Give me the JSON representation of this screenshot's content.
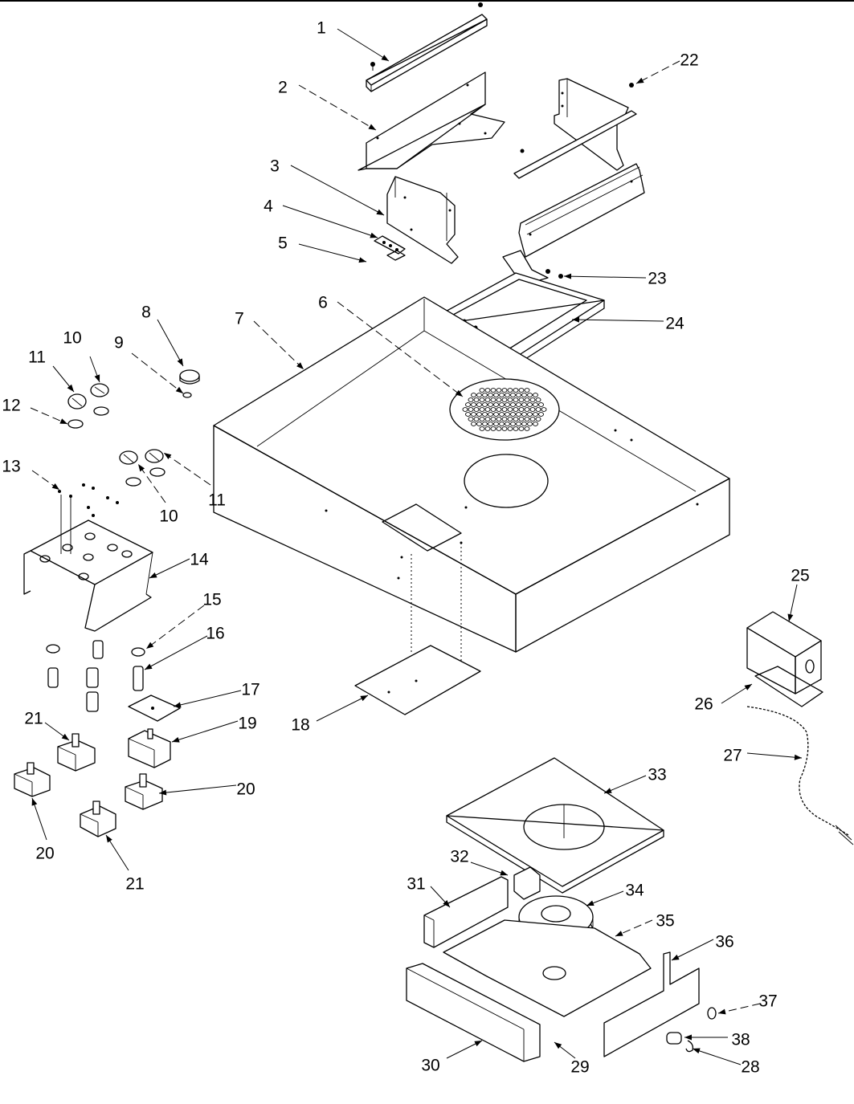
{
  "diagram": {
    "callouts": [
      {
        "id": "c1",
        "text": "1"
      },
      {
        "id": "c2",
        "text": "2"
      },
      {
        "id": "c3",
        "text": "3"
      },
      {
        "id": "c4",
        "text": "4"
      },
      {
        "id": "c5",
        "text": "5"
      },
      {
        "id": "c6",
        "text": "6"
      },
      {
        "id": "c7",
        "text": "7"
      },
      {
        "id": "c8",
        "text": "8"
      },
      {
        "id": "c9",
        "text": "9"
      },
      {
        "id": "c10a",
        "text": "10"
      },
      {
        "id": "c10b",
        "text": "10"
      },
      {
        "id": "c11a",
        "text": "11"
      },
      {
        "id": "c11b",
        "text": "11"
      },
      {
        "id": "c12",
        "text": "12"
      },
      {
        "id": "c13",
        "text": "13"
      },
      {
        "id": "c14",
        "text": "14"
      },
      {
        "id": "c15",
        "text": "15"
      },
      {
        "id": "c16",
        "text": "16"
      },
      {
        "id": "c17",
        "text": "17"
      },
      {
        "id": "c18",
        "text": "18"
      },
      {
        "id": "c19",
        "text": "19"
      },
      {
        "id": "c20a",
        "text": "20"
      },
      {
        "id": "c20b",
        "text": "20"
      },
      {
        "id": "c21a",
        "text": "21"
      },
      {
        "id": "c21b",
        "text": "21"
      },
      {
        "id": "c22",
        "text": "22"
      },
      {
        "id": "c23",
        "text": "23"
      },
      {
        "id": "c24",
        "text": "24"
      },
      {
        "id": "c25",
        "text": "25"
      },
      {
        "id": "c26",
        "text": "26"
      },
      {
        "id": "c27",
        "text": "27"
      },
      {
        "id": "c28",
        "text": "28"
      },
      {
        "id": "c29",
        "text": "29"
      },
      {
        "id": "c30",
        "text": "30"
      },
      {
        "id": "c31",
        "text": "31"
      },
      {
        "id": "c32",
        "text": "32"
      },
      {
        "id": "c33",
        "text": "33"
      },
      {
        "id": "c34",
        "text": "34"
      },
      {
        "id": "c35",
        "text": "35"
      },
      {
        "id": "c36",
        "text": "36"
      },
      {
        "id": "c37",
        "text": "37"
      },
      {
        "id": "c38",
        "text": "38"
      }
    ]
  }
}
